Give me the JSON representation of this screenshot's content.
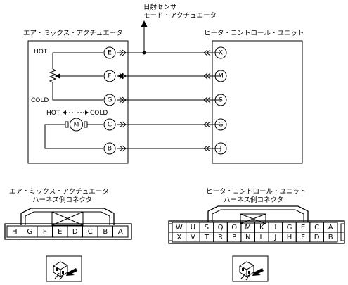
{
  "top_label": {
    "line1": "日射センサ",
    "line2": "モード・アクチュエータ"
  },
  "left_box": {
    "title": "エア・ミックス・アクチュエータ",
    "hot": "HOT",
    "cold": "COLD",
    "motor": "M",
    "hot_cold": {
      "hot": "HOT",
      "cold": "COLD"
    },
    "pins": [
      "E",
      "F",
      "G",
      "C",
      "B"
    ]
  },
  "right_box": {
    "title": "ヒータ・コントロール・ユニット",
    "pins": [
      "X",
      "M",
      "S",
      "G",
      "J"
    ]
  },
  "left_connector": {
    "title_line1": "エア・ミックス・アクチュエータ",
    "title_line2": "ハーネス側コネクタ",
    "cells": [
      "H",
      "G",
      "F",
      "E",
      "D",
      "C",
      "B",
      "A"
    ]
  },
  "right_connector": {
    "title_line1": "ヒータ・コントロール・ユニット",
    "title_line2": "ハーネス側コネクタ",
    "row1": [
      "W",
      "U",
      "S",
      "Q",
      "O",
      "M",
      "K",
      "I",
      "G",
      "E",
      "C",
      "A"
    ],
    "row2": [
      "X",
      "V",
      "T",
      "R",
      "P",
      "N",
      "L",
      "J",
      "H",
      "F",
      "D",
      "B"
    ]
  }
}
